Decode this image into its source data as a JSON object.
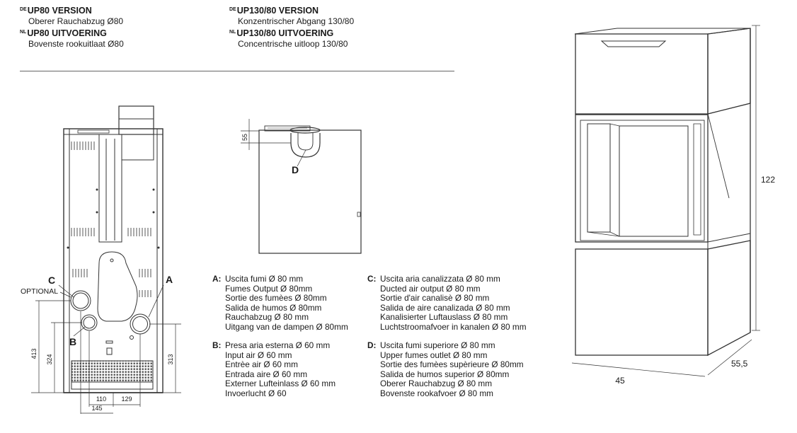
{
  "headers": [
    {
      "lang": "DE",
      "title": "UP80 VERSION",
      "subtitle": "Oberer Rauchabzug Ø80"
    },
    {
      "lang": "NL",
      "title": "UP80 UITVOERING",
      "subtitle": "Bovenste rookuitlaat Ø80"
    },
    {
      "lang": "DE",
      "title": "UP130/80 VERSION",
      "subtitle": "Konzentrischer Abgang 130/80"
    },
    {
      "lang": "NL",
      "title": "UP130/80 UITVOERING",
      "subtitle": "Concentrische uitloop 130/80"
    }
  ],
  "rear_view": {
    "label_c": "C",
    "label_optional": "OPTIONAL",
    "label_a": "A",
    "label_b": "B",
    "dim_413": "413",
    "dim_324": "324",
    "dim_313": "313",
    "dim_110": "110",
    "dim_129": "129",
    "dim_145": "145"
  },
  "top_view": {
    "label_d": "D",
    "dim_55": "55"
  },
  "stove_view": {
    "height": "122",
    "width": "45",
    "depth": "55,5"
  },
  "legend": [
    {
      "key": "A:",
      "lines": [
        "Uscita fumi Ø 80 mm",
        "Fumes Output Ø 80mm",
        "Sortie des fumèes Ø 80mm",
        "Salida de humos Ø 80mm",
        "Rauchabzug Ø 80 mm",
        "Uitgang van de dampen Ø 80mm"
      ]
    },
    {
      "key": "B:",
      "lines": [
        "Presa aria esterna Ø 60 mm",
        "Input air Ø 60 mm",
        "Entrèe air Ø 60 mm",
        "Entrada aire Ø 60 mm",
        "Externer Lufteinlass Ø 60 mm",
        "Invoerlucht Ø 60"
      ]
    },
    {
      "key": "C:",
      "lines": [
        "Uscita aria canalizzata Ø 80 mm",
        "Ducted air output Ø 80 mm",
        "Sortie d'air canalisè Ø 80 mm",
        "Salida de aire canalizada Ø 80 mm",
        "Kanalisierter Luftauslass Ø 80 mm",
        "Luchtstroomafvoer in kanalen Ø 80 mm"
      ]
    },
    {
      "key": "D:",
      "lines": [
        "Uscita fumi superiore Ø 80 mm",
        "Upper fumes outlet Ø 80 mm",
        "Sortie des fumèes supèrieure Ø 80mm",
        "Salida de humos superior Ø 80mm",
        "Oberer Rauchabzug Ø 80 mm",
        "Bovenste rookafvoer Ø 80 mm"
      ]
    }
  ]
}
